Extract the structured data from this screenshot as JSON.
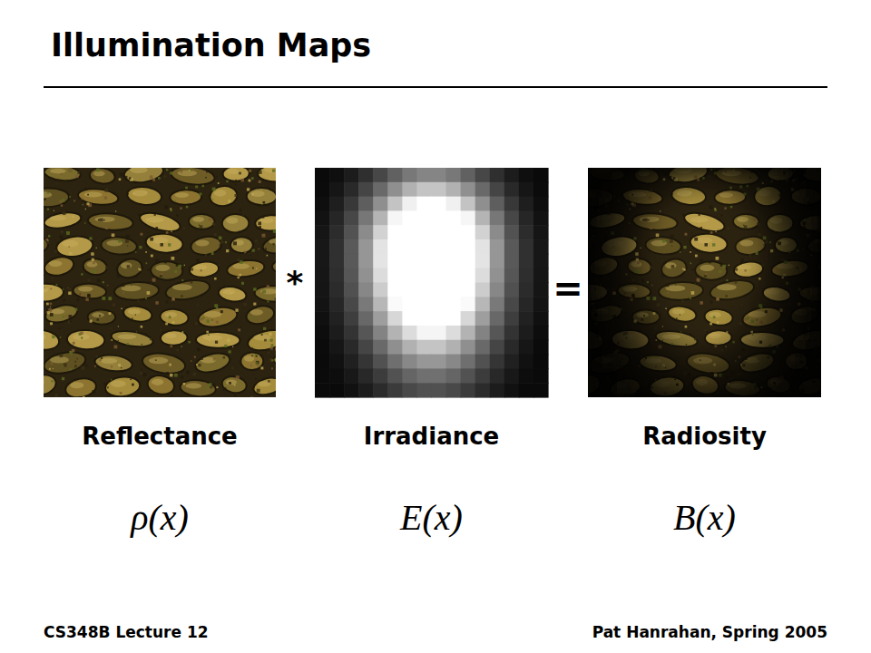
{
  "diagram": {
    "title": "Illumination Maps",
    "nodes": [
      {
        "text": [
          "Reflectance",
          "ρ(x)"
        ]
      },
      {
        "text": [
          "Irradiance",
          "E(x)"
        ]
      },
      {
        "text": [
          "Radiosity",
          "B(x)"
        ]
      }
    ],
    "labels": [
      "*",
      "=",
      "CS348B Lecture 12",
      "Pat Hanrahan, Spring 2005"
    ]
  }
}
